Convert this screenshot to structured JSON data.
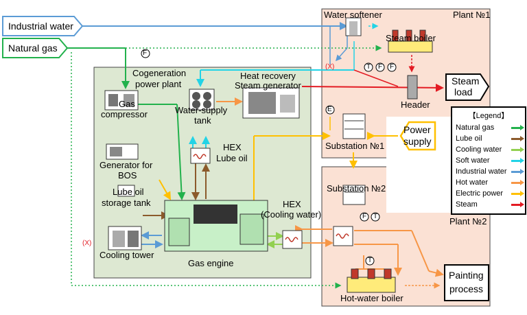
{
  "sources": {
    "industrial_water": "Industrial water",
    "natural_gas": "Natural gas"
  },
  "plants": {
    "plant1": "Plant №1",
    "plant2": "Plant №2"
  },
  "equipment": {
    "water_softener": "Water softener",
    "steam_boiler": "Steam boiler",
    "cogeneration_line1": "Cogeneration",
    "cogeneration_line2": "power plant",
    "heat_recovery_line1": "Heat recovery",
    "heat_recovery_line2": "Steam generator",
    "steam_load_line1": "Steam",
    "steam_load_line2": "load",
    "header": "Header",
    "gas_compressor_line1": "Gas",
    "gas_compressor_line2": "compressor",
    "water_supply_line1": "Water-supply",
    "water_supply_line2": "tank",
    "hex_lube_line1": "HEX",
    "hex_lube_line2": "Lube oil",
    "substation1": "Substation №1",
    "power_supply_line1": "Power",
    "power_supply_line2": "supply",
    "generator_bos_line1": "Generator for",
    "generator_bos_line2": "BOS",
    "lube_storage_line1": "Lube oil",
    "lube_storage_line2": "storage tank",
    "substation2": "Substation №2",
    "hex_cooling_line1": "HEX",
    "hex_cooling_line2": "(Cooling water)",
    "cooling_tower": "Cooling tower",
    "gas_engine": "Gas engine",
    "painting_line1": "Painting",
    "painting_line2": "process",
    "hot_water_boiler": "Hot-water boiler"
  },
  "instruments": {
    "f": "F",
    "t": "T",
    "e": "E",
    "x": "(X)"
  },
  "legend": {
    "title": "【Legend】",
    "items": [
      {
        "label": "Natural gas",
        "color": "#22b14c"
      },
      {
        "label": "Lube oil",
        "color": "#8b5a2b"
      },
      {
        "label": "Cooling water",
        "color": "#92d050"
      },
      {
        "label": "Soft water",
        "color": "#22d3e6"
      },
      {
        "label": "Industrial water",
        "color": "#5b9bd5"
      },
      {
        "label": "Hot water",
        "color": "#f79646"
      },
      {
        "label": "Electric power",
        "color": "#ffc000"
      },
      {
        "label": "Steam",
        "color": "#e31b23"
      }
    ]
  },
  "colors": {
    "cogen_area": "#dde8d2",
    "plant_area": "#fbe1d4",
    "natural_gas": "#22b14c",
    "lube_oil": "#8b5a2b",
    "cooling_water": "#92d050",
    "soft_water": "#22d3e6",
    "industrial_water": "#5b9bd5",
    "hot_water": "#f79646",
    "electric_power": "#ffc000",
    "steam": "#e31b23"
  }
}
